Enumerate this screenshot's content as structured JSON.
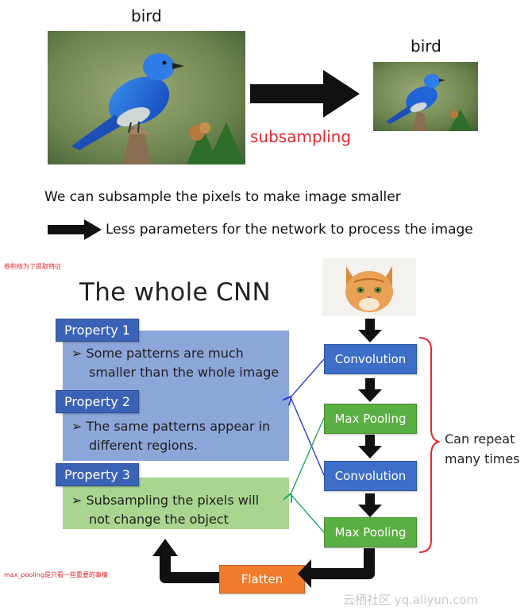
{
  "top": {
    "big_label": "bird",
    "small_label": "bird",
    "arrow_label": "subsampling",
    "sentence": "We can subsample the pixels to make image smaller",
    "result": "Less parameters for the network to process the image"
  },
  "annotation_top": "卷积核为了提取特征",
  "annotation_bottom": "max_pooling是只看一些重要的事情",
  "cnn": {
    "title": "The whole CNN",
    "properties": [
      {
        "head": "Property 1",
        "line1": "➢ Some patterns are much",
        "line2": "smaller than the whole image"
      },
      {
        "head": "Property 2",
        "line1": "➢ The same patterns appear in",
        "line2": "different regions."
      },
      {
        "head": "Property 3",
        "line1": "➢ Subsampling the pixels will",
        "line2": "not change the object"
      }
    ],
    "nodes": [
      "Convolution",
      "Max Pooling",
      "Convolution",
      "Max Pooling",
      "Flatten"
    ],
    "repeat_line1": "Can repeat",
    "repeat_line2": "many times"
  },
  "watermark": "云栖社区 yq.aliyun.com",
  "colors": {
    "subsampling_text": "#e8262d",
    "property_head": "#3b63b5",
    "blue_box": "#8da6da",
    "green_box": "#a9d58f",
    "convolution_node": "#3d6ec8",
    "maxpool_node": "#5aaf42",
    "flatten_node": "#ef7d2d",
    "brace": "#e8262d"
  },
  "icons": [
    "bird-photo",
    "bird-photo-small",
    "kitten-photo",
    "right-arrow",
    "down-arrow",
    "brace"
  ]
}
